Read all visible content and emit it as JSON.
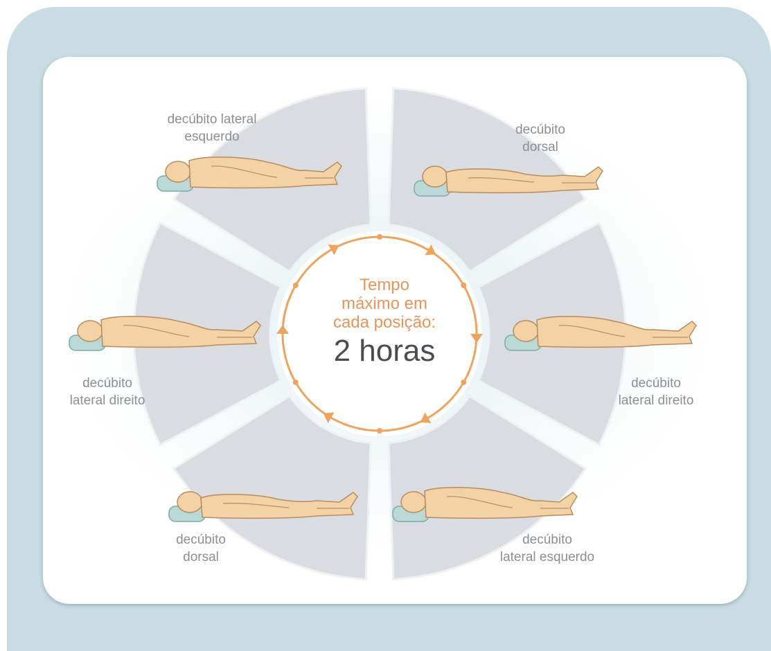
{
  "center": {
    "line1": "Tempo",
    "line2": "máximo em",
    "line3": "cada posição:",
    "duration": "2 horas"
  },
  "positions": [
    {
      "line1": "decúbito lateral",
      "line2": "esquerdo"
    },
    {
      "line1": "decúbito",
      "line2": "dorsal"
    },
    {
      "line1": "decúbito",
      "line2": "lateral direito"
    },
    {
      "line1": "decúbito",
      "line2": "lateral esquerdo"
    },
    {
      "line1": "decúbito",
      "line2": "dorsal"
    },
    {
      "line1": "decúbito",
      "line2": "lateral direito"
    }
  ],
  "colors": {
    "outer_frame": "#c8dde3",
    "card": "#ffffff",
    "segment": "#d9dde2",
    "arrow": "#eea35f",
    "skin": "#f3d2a6",
    "pillow": "#b9d8d6",
    "label": "#8a8f93",
    "center_text": "#e9955a",
    "duration_text": "#4a4d50"
  }
}
